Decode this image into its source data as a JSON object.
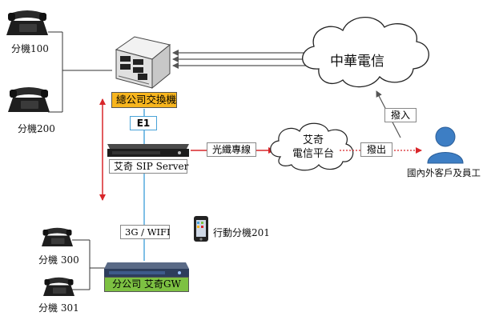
{
  "extensions": {
    "ext_100": "分機100",
    "ext_200": "分機200",
    "ext_300": "分機 300",
    "ext_301": "分機 301"
  },
  "hq_pbx_label": "總公司交換機",
  "e1_label": "E1",
  "sip_server_label": "艾奇 SIP Server",
  "fiber_label": "光纖專線",
  "platform_label": "艾奇\n電信平台",
  "dial_out_label": "撥出",
  "dial_in_label": "撥入",
  "carrier_label": "中華電信",
  "customers_label": "國內外客戶及員工",
  "network_label": "3G / WIFI",
  "mobile_label": "行動分機201",
  "gateway_label": "分公司 艾奇GW",
  "colors": {
    "pbx_box_fill": "#f7b51e",
    "gateway_box_fill": "#7dc142",
    "arrow_red": "#d8262a",
    "link_blue": "#4aa3d8",
    "person_blue": "#3d7ec4"
  }
}
